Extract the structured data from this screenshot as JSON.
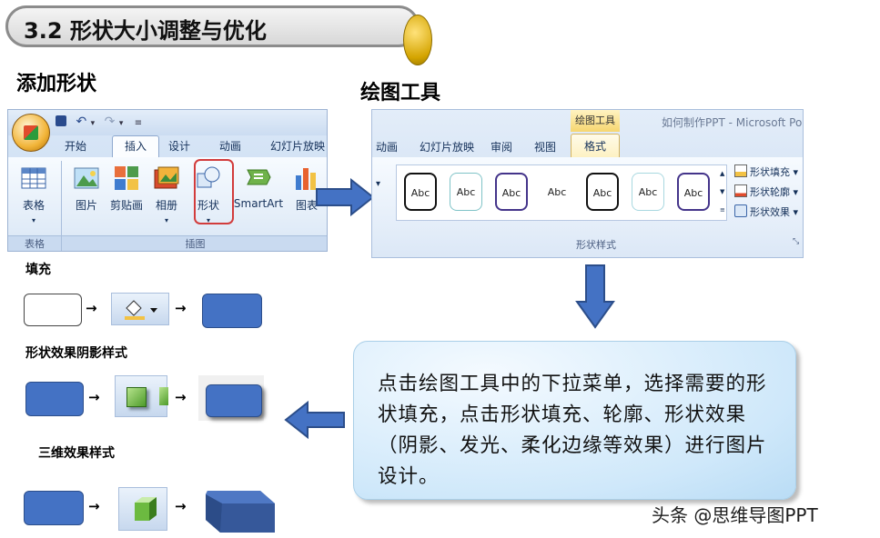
{
  "title": "3.2 形状大小调整与优化",
  "sections": {
    "add_shape": "添加形状",
    "drawing_tools": "绘图工具",
    "fill": "填充",
    "shadow": "形状效果阴影样式",
    "three_d": "三维效果样式"
  },
  "ribbon_left": {
    "tabs": [
      "开始",
      "插入",
      "设计",
      "动画",
      "幻灯片放映"
    ],
    "active_tab": "插入",
    "buttons": [
      "表格",
      "图片",
      "剪贴画",
      "相册",
      "形状",
      "SmartArt",
      "图表"
    ],
    "groups": [
      "表格",
      "插图"
    ]
  },
  "ribbon_right": {
    "context_label": "绘图工具",
    "window_title": "如何制作PPT - Microsoft Pow",
    "tabs": [
      "动画",
      "幻灯片放映",
      "审阅",
      "视图"
    ],
    "active_tab": "格式",
    "swatch_label": "Abc",
    "side_items": [
      "形状填充",
      "形状轮廓",
      "形状效果"
    ],
    "group_label": "形状样式"
  },
  "info_text": "点击绘图工具中的下拉菜单，选择需要的形状填充，点击形状填充、轮廓、形状效果（阴影、发光、柔化边缘等效果）进行图片设计。",
  "watermark": "头条 @思维导图PPT",
  "colors": {
    "shape_blue": "#4472c4",
    "ribbon_blue": "#c5d9f1",
    "highlight_red": "#d23c3c",
    "arrow_blue": "#4472c4"
  }
}
